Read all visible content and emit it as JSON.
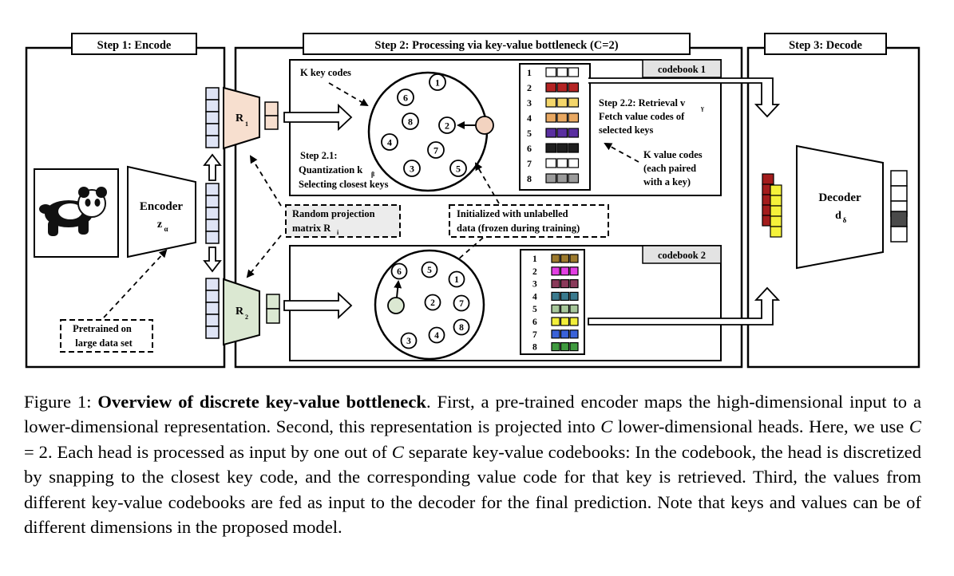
{
  "figure": {
    "step1_title": "Step 1: Encode",
    "step2_title": "Step 2: Processing via key-value bottleneck (C=2)",
    "step3_title": "Step 3: Decode",
    "encoder_label": "Encoder",
    "encoder_sub": "z",
    "encoder_subscript": "α",
    "r1_label": "R",
    "r1_subscript": "1",
    "r2_label": "R",
    "r2_subscript": "2",
    "k_key_codes": "K key codes",
    "codebook1": "codebook 1",
    "codebook2": "codebook 2",
    "step22_line1": "Step 2.2: Retrieval  v",
    "step22_sub": "γ",
    "step22_line2": "Fetch value codes of",
    "step22_line3": "selected keys",
    "k_value_line1": "K value codes",
    "k_value_line2": "(each paired",
    "k_value_line3": "with a key)",
    "step21_line1": "Step 2.1:",
    "step21_line2": "Quantization k",
    "step21_sub": "β",
    "step21_line3": "Selecting closest keys",
    "random_line1": "Random projection",
    "random_line2": "matrix R",
    "random_sub": "i",
    "init_line1": "Initialized with unlabelled",
    "init_line2": "data (frozen during training)",
    "pretrained_line1": "Pretrained on",
    "pretrained_line2": "large data set",
    "decoder_label": "Decoder",
    "decoder_sub": "d",
    "decoder_subscript": "δ",
    "codebook1_keys": [
      "1",
      "2",
      "3",
      "4",
      "5",
      "6",
      "7",
      "8"
    ],
    "codebook1_colors": [
      "#ffffff",
      "#b52424",
      "#f4d66a",
      "#e8a862",
      "#5a2fa0",
      "#1e1e1e",
      "#ffffff",
      "#9b9b9b"
    ],
    "codebook2_keys": [
      "1",
      "2",
      "3",
      "4",
      "5",
      "6",
      "7",
      "8"
    ],
    "codebook2_colors": [
      "#9c7a2e",
      "#e23ee2",
      "#8a3a5a",
      "#3a7a8e",
      "#a6c79a",
      "#f2ee3a",
      "#3a62d8",
      "#3f9a3f"
    ],
    "circle1_keys": [
      "1",
      "6",
      "8",
      "2",
      "4",
      "7",
      "3",
      "5"
    ],
    "circle2_keys": [
      "6",
      "5",
      "1",
      "7",
      "2",
      "8",
      "4",
      "3"
    ]
  },
  "caption": {
    "prefix": "Figure 1:  ",
    "bold": "Overview of discrete key-value bottleneck",
    "t1": ".  First, a pre-trained encoder maps the high-dimensional input to a lower-dimensional representation. Second, this representation is projected into ",
    "c1": "C",
    "t2": " lower-dimensional heads. Here, we use ",
    "c2": "C",
    "t3": " = 2. Each head is processed as input by one out of ",
    "c3": "C",
    "t4": " separate key-value codebooks: In the codebook, the head is discretized by snapping to the closest key code, and the corresponding value code for that key is retrieved. Third, the values from different key-value codebooks are fed as input to the decoder for the final prediction. Note that keys and values can be of different dimensions in the proposed model."
  }
}
